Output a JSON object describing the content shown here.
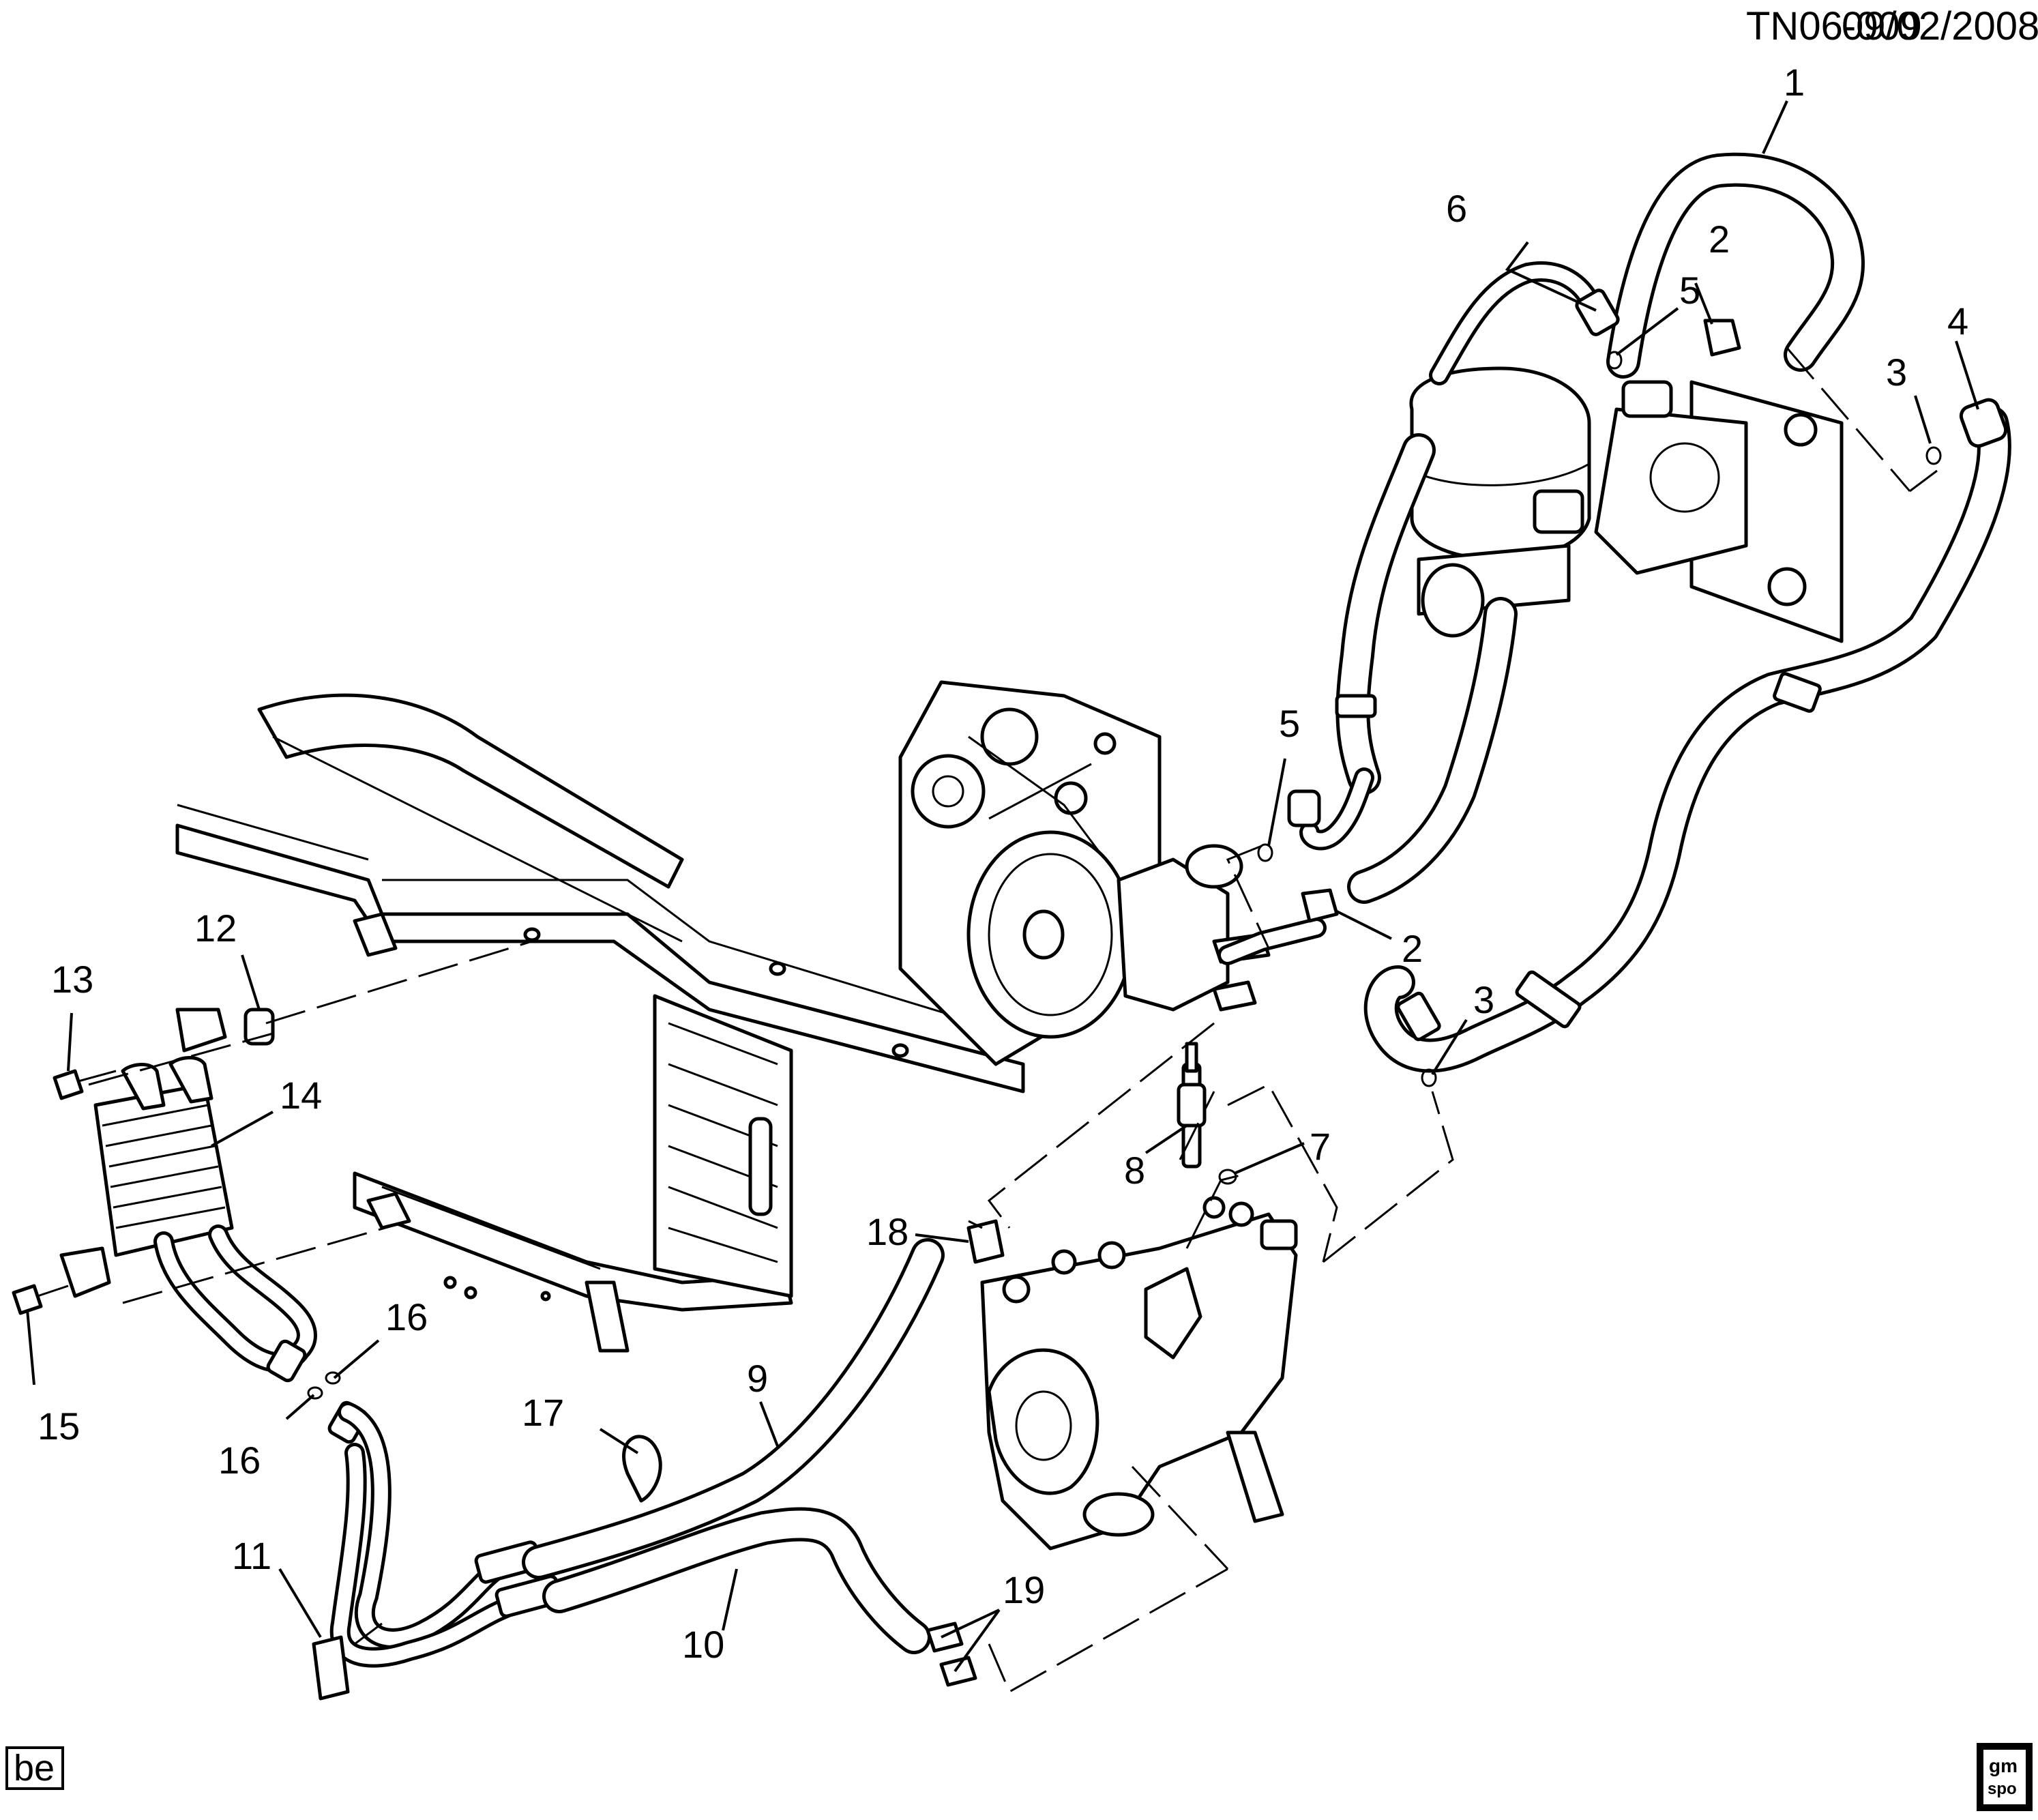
{
  "header": {
    "drawing_id": "TN06-009",
    "date": "09/02/2008"
  },
  "corner_tag": "be",
  "logo_text": {
    "line1": "gm",
    "line2": "spo"
  },
  "callouts": [
    {
      "id": "c1",
      "text": "1"
    },
    {
      "id": "c2a",
      "text": "2"
    },
    {
      "id": "c2b",
      "text": "2"
    },
    {
      "id": "c3a",
      "text": "3"
    },
    {
      "id": "c3b",
      "text": "3"
    },
    {
      "id": "c4",
      "text": "4"
    },
    {
      "id": "c5a",
      "text": "5"
    },
    {
      "id": "c5b",
      "text": "5"
    },
    {
      "id": "c6",
      "text": "6"
    },
    {
      "id": "c7",
      "text": "7"
    },
    {
      "id": "c8",
      "text": "8"
    },
    {
      "id": "c9",
      "text": "9"
    },
    {
      "id": "c10",
      "text": "10"
    },
    {
      "id": "c11",
      "text": "11"
    },
    {
      "id": "c12",
      "text": "12"
    },
    {
      "id": "c13",
      "text": "13"
    },
    {
      "id": "c14",
      "text": "14"
    },
    {
      "id": "c15",
      "text": "15"
    },
    {
      "id": "c16a",
      "text": "16"
    },
    {
      "id": "c16b",
      "text": "16"
    },
    {
      "id": "c17",
      "text": "17"
    },
    {
      "id": "c18",
      "text": "18"
    },
    {
      "id": "c19",
      "text": "19"
    }
  ]
}
